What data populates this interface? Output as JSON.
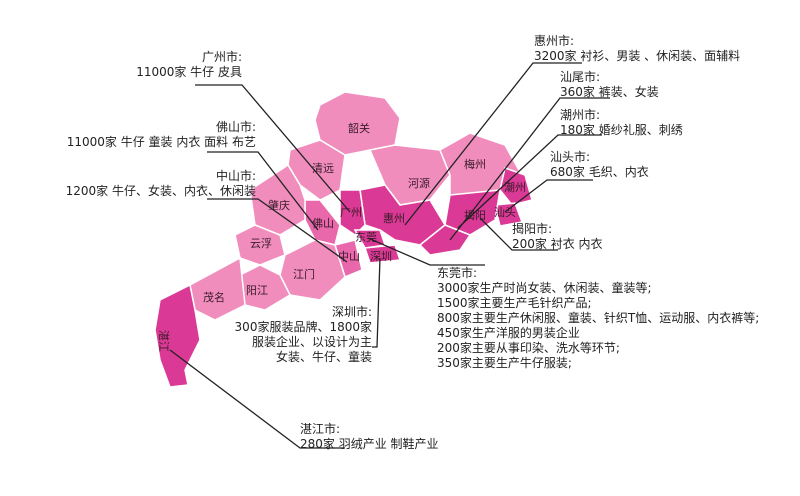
{
  "colors": {
    "light": "#f08dbd",
    "medium": "#e868ab",
    "dark": "#da3a95",
    "border": "#ffffff",
    "line": "#222222"
  },
  "regions": {
    "shaoguan": "韶关",
    "qingyuan": "清远",
    "heyuan": "河源",
    "meizhou": "梅州",
    "chaozhou": "潮州",
    "shantou": "汕头",
    "jieyang": "揭阳",
    "huizhou": "惠州",
    "guangzhou": "广州",
    "foshan": "佛山",
    "zhaoqing": "肇庆",
    "dongguan": "东莞",
    "shenzhen": "深圳",
    "zhongshan": "中山",
    "yunfu": "云浮",
    "jiangmen": "江门",
    "yangjiang": "阳江",
    "maoming": "茂名",
    "zhanjiang": "湛江"
  },
  "annotations": {
    "guangzhou": {
      "title": "广州市:",
      "text": "11000家  牛仔  皮具"
    },
    "foshan": {
      "title": "佛山市:",
      "text": "11000家   牛仔  童装  内衣  面料  布艺"
    },
    "zhongshan": {
      "title": "中山市:",
      "text": "1200家   牛仔、女装、内衣、休闲装"
    },
    "huizhou": {
      "title": "惠州市:",
      "text": "3200家  衬衫、男装 、休闲装、面辅料"
    },
    "shanwei": {
      "title": "汕尾市:",
      "text": "360家  裤装、女装"
    },
    "chaozhou": {
      "title": "潮州市:",
      "text": "180家  婚纱礼服、刺绣"
    },
    "shantou": {
      "title": "汕头市:",
      "text": "680家  毛织、内衣"
    },
    "jieyang": {
      "title": "揭阳市:",
      "text": "200家  衬衣  内衣"
    },
    "shenzhen": {
      "title": "深圳市:",
      "lines": [
        "300家服装品牌、1800家",
        "服装企业、以设计为主",
        "女装、牛仔、童装"
      ]
    },
    "dongguan": {
      "title": "东莞市:",
      "lines": [
        "3000家生产时尚女装、休闲装、童装等;",
        "1500家主要生产毛针织产品;",
        "800家主要生产休闲服、童装、针织T恤、运动服、内衣裤等;",
        "450家生产洋服的男装企业",
        "200家主要从事印染、洗水等环节;",
        "350家主要生产牛仔服装;"
      ]
    },
    "zhanjiang": {
      "title": "湛江市:",
      "text": "280家   羽绒产业  制鞋产业"
    }
  }
}
